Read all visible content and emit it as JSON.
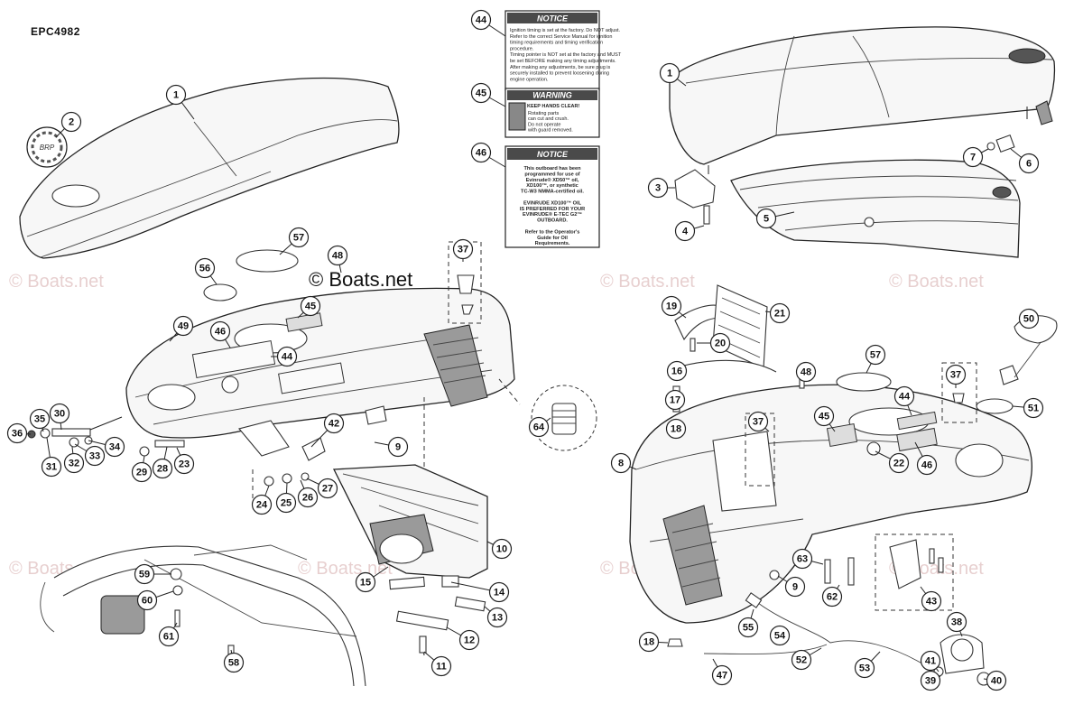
{
  "diagram_code": "EPC4982",
  "watermark_main": "© Boats.net",
  "watermark_faint": "© Boats.net",
  "decals": {
    "notice_44": {
      "heading": "NOTICE",
      "lines": [
        "Ignition timing is set at the factory. Do NOT adjust.",
        "Refer to the correct Service Manual for ignition",
        "timing requirements and timing verification",
        "procedure.",
        "Timing pointer is NOT set at the factory and MUST",
        "be set BEFORE making any timing adjustments.",
        "After making any adjustments, be sure plug is",
        "securely installed to prevent loosening during",
        "engine operation."
      ]
    },
    "warning_45": {
      "heading": "WARNING",
      "subheading": "KEEP HANDS CLEAR!",
      "lines": [
        "Rotating parts",
        "can cut and crush.",
        "Do not operate",
        "with guard removed."
      ]
    },
    "notice_46": {
      "heading": "NOTICE",
      "lines": [
        "This outboard has been",
        "programmed for use of",
        "Evinrude® XD50™ oil,",
        "XD100™, or synthetic",
        "TC-W3 NMMA-certified oil.",
        "",
        "EVINRUDE XD100™ OIL",
        "IS PREFERRED FOR YOUR",
        "EVINRUDE® E-TEC G2™",
        "OUTBOARD.",
        "",
        "Refer to the Operator's",
        "Guide for Oil",
        "Requirements."
      ]
    }
  },
  "callouts": [
    "1",
    "2",
    "3",
    "4",
    "5",
    "6",
    "7",
    "8",
    "9",
    "10",
    "11",
    "12",
    "13",
    "14",
    "15",
    "16",
    "17",
    "18",
    "19",
    "20",
    "21",
    "22",
    "23",
    "24",
    "25",
    "26",
    "27",
    "28",
    "29",
    "30",
    "31",
    "32",
    "33",
    "34",
    "35",
    "36",
    "37",
    "38",
    "39",
    "40",
    "41",
    "42",
    "43",
    "44",
    "45",
    "46",
    "47",
    "48",
    "49",
    "50",
    "51",
    "52",
    "53",
    "54",
    "55",
    "56",
    "57",
    "58",
    "59",
    "60",
    "61",
    "62",
    "63",
    "64"
  ]
}
